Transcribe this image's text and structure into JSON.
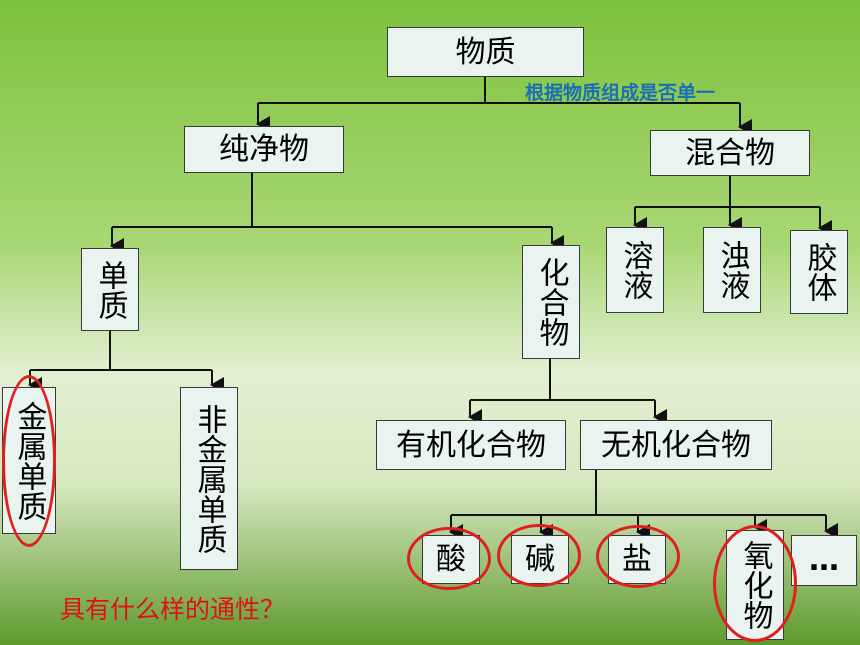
{
  "nodes": {
    "root": "物质",
    "pure": "纯净物",
    "mixture": "混合物",
    "solution": "溶液",
    "turbid": "浊液",
    "colloid": "胶体",
    "element": "单质",
    "compound": "化合物",
    "metal": "金属单质",
    "nonmetal": "非金属单质",
    "organic": "有机化合物",
    "inorganic": "无机化合物",
    "acid": "酸",
    "base": "碱",
    "salt": "盐",
    "oxide": "氧化物",
    "more": "…"
  },
  "annotations": {
    "criterion": "根据物质组成是否单一",
    "question": "具有什么样的通性？"
  },
  "colors": {
    "highlight": "#e02020",
    "note": "#1b6fb5",
    "question": "#e01212"
  }
}
